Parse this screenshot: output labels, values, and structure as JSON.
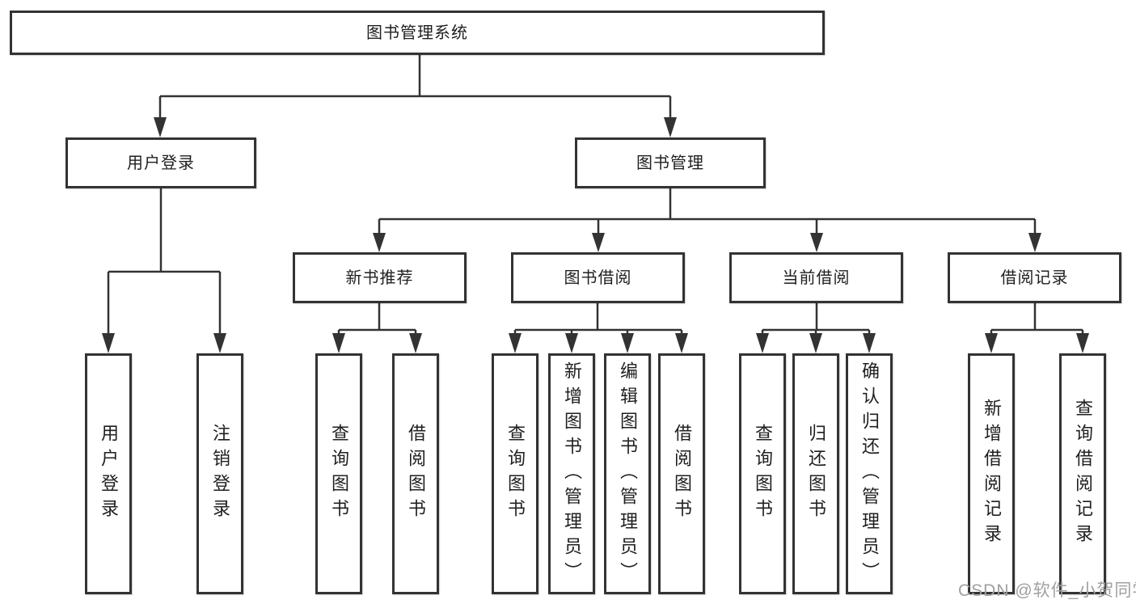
{
  "colors": {
    "line": "#333333",
    "text": "#1f1f1f",
    "watermark": "#a0a0a0",
    "background": "#ffffff"
  },
  "tree": {
    "root": {
      "label": "图书管理系统",
      "children": [
        {
          "label": "用户登录",
          "children": [
            {
              "label": "用户登录"
            },
            {
              "label": "注销登录"
            }
          ]
        },
        {
          "label": "图书管理",
          "children": [
            {
              "label": "新书推荐",
              "children": [
                {
                  "label": "查询图书"
                },
                {
                  "label": "借阅图书"
                }
              ]
            },
            {
              "label": "图书借阅",
              "children": [
                {
                  "label": "查询图书"
                },
                {
                  "label": "新增图书（管理员）"
                },
                {
                  "label": "编辑图书（管理员）"
                },
                {
                  "label": "借阅图书"
                }
              ]
            },
            {
              "label": "当前借阅",
              "children": [
                {
                  "label": "查询图书"
                },
                {
                  "label": "归还图书"
                },
                {
                  "label": "确认归还（管理员）"
                }
              ]
            },
            {
              "label": "借阅记录",
              "children": [
                {
                  "label": "新增借阅记录"
                },
                {
                  "label": "查询借阅记录"
                }
              ]
            }
          ]
        }
      ]
    }
  },
  "watermark": {
    "text": "CSDN @软件_小贺同学"
  }
}
